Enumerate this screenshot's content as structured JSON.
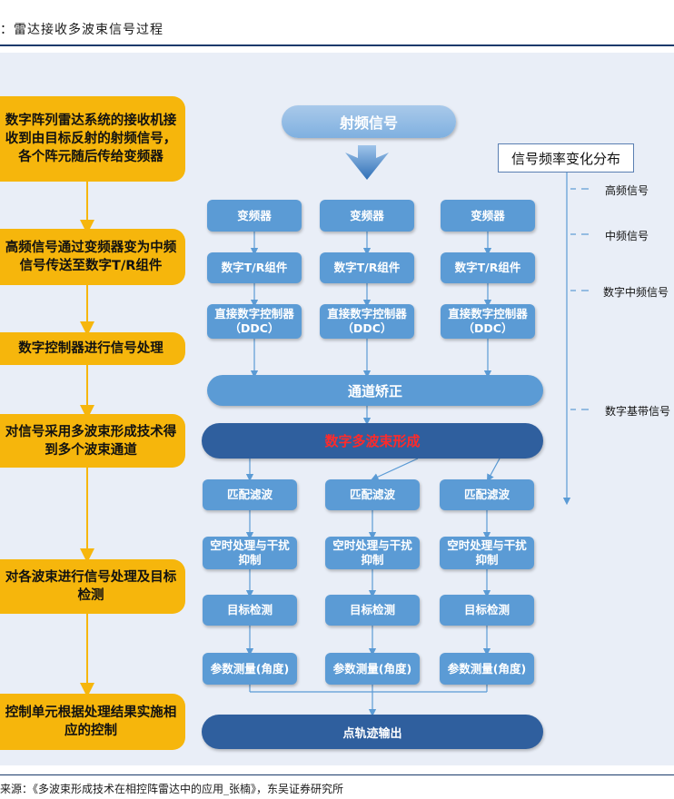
{
  "figure_title": "：雷达接收多波束信号过程",
  "source": "来源：《多波束形成技术在相控阵雷达中的应用_张楠》，东吴证券研究所",
  "left_steps": [
    "数字阵列雷达系统的接收机接收到由目标反射的射频信号，各个阵元随后传给变频器",
    "高频信号通过变频器变为中频信号传送至数字T/R组件",
    "数字控制器进行信号处理",
    "对信号采用多波束形成技术得到多个波束通道",
    "对各波束进行信号处理及目标检测",
    "控制单元根据处理结果实施相应的控制"
  ],
  "top_signal": "射频信号",
  "columns": {
    "converter": "变频器",
    "tr": "数字T/R组件",
    "ddc_line1": "直接数字控制器",
    "ddc_line2": "（DDC）",
    "match": "匹配滤波",
    "stap_line1": "空时处理与干扰",
    "stap_line2": "抑制",
    "detect": "目标检测",
    "measure": "参数测量(角度)"
  },
  "channel_correction": "通道矫正",
  "beamforming": "数字多波束形成",
  "output": "点轨迹输出",
  "legend": {
    "title": "信号频率变化分布",
    "items": [
      "高频信号",
      "中频信号",
      "数字中频信号",
      "数字基带信号"
    ]
  },
  "colors": {
    "step": "#f6b60c",
    "box": "#5b9bd5",
    "dark": "#2f5f9e",
    "highlight_text": "#ff2a2a",
    "panel": "#e9eef7"
  }
}
